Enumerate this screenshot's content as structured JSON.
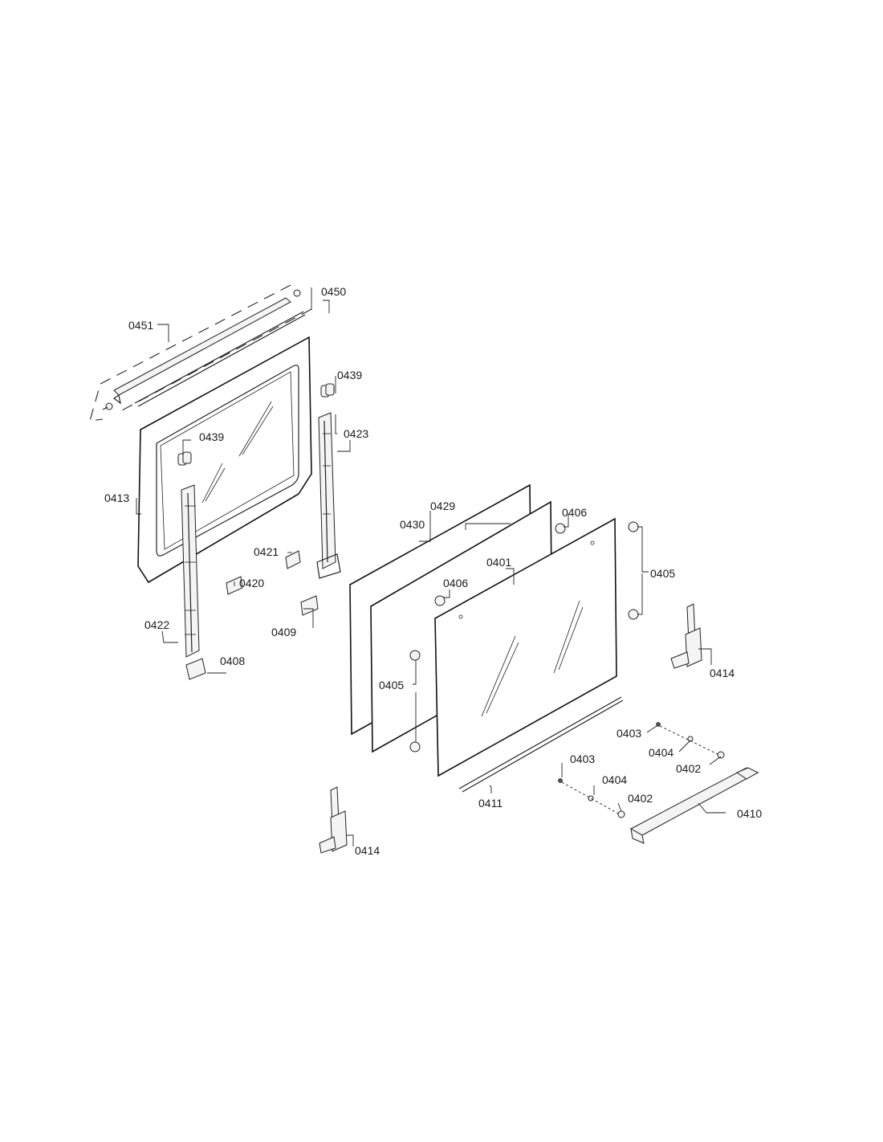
{
  "labels": {
    "p0451": "0451",
    "p0450": "0450",
    "p0439_top": "0439",
    "p0439_inner": "0439",
    "p0423": "0423",
    "p0413": "0413",
    "p0421": "0421",
    "p0420": "0420",
    "p0422": "0422",
    "p0409": "0409",
    "p0408": "0408",
    "p0429": "0429",
    "p0430": "0430",
    "p0406_right": "0406",
    "p0406_left": "0406",
    "p0401": "0401",
    "p0405_right": "0405",
    "p0405_left": "0405",
    "p0414_right": "0414",
    "p0414_left": "0414",
    "p0403_right": "0403",
    "p0404_right": "0404",
    "p0402_right": "0402",
    "p0403_left": "0403",
    "p0404_left": "0404",
    "p0402_left": "0402",
    "p0411": "0411",
    "p0410": "0410"
  },
  "colors": {
    "line": "#222222",
    "background": "#ffffff"
  }
}
